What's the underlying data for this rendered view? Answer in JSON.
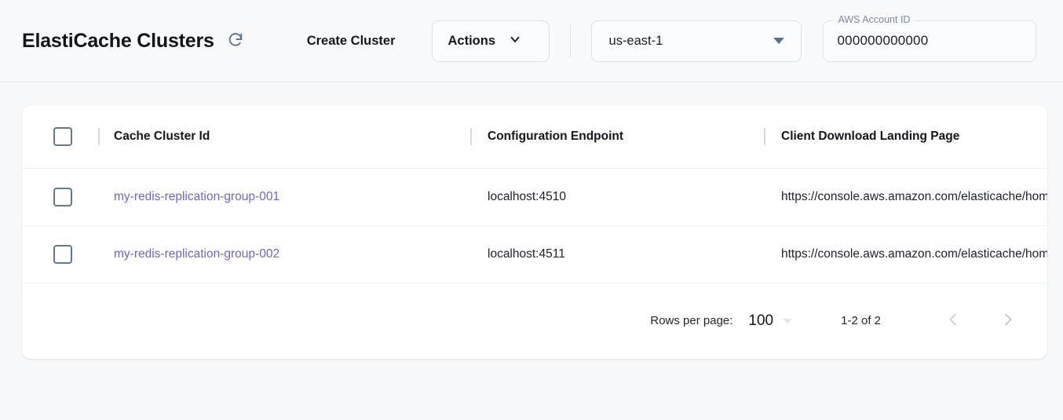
{
  "header": {
    "title": "ElastiCache Clusters",
    "refresh_icon": "refresh-icon",
    "create_cluster_label": "Create Cluster",
    "actions_label": "Actions",
    "actions_caret_icon": "chevron-down-icon",
    "region": {
      "value": "us-east-1",
      "caret_icon": "triangle-down-icon"
    },
    "account": {
      "label": "AWS Account ID",
      "value": "000000000000"
    }
  },
  "table": {
    "columns": [
      "Cache Cluster Id",
      "Configuration Endpoint",
      "Client Download Landing Page"
    ],
    "rows": [
      {
        "cluster_id": "my-redis-replication-group-001",
        "configuration_endpoint": "localhost:4510",
        "landing_page": "https://console.aws.amazon.com/elasticache/home"
      },
      {
        "cluster_id": "my-redis-replication-group-002",
        "configuration_endpoint": "localhost:4511",
        "landing_page": "https://console.aws.amazon.com/elasticache/home"
      }
    ]
  },
  "pagination": {
    "rows_per_page_label": "Rows per page:",
    "rows_per_page_value": "100",
    "range_label": "1-2 of 2",
    "prev_icon": "chevron-left-icon",
    "next_icon": "chevron-right-icon"
  },
  "colors": {
    "link": "#6f63d4",
    "page_background": "#f7f8fa",
    "card_background": "#ffffff",
    "checkbox_border": "#66768e"
  }
}
